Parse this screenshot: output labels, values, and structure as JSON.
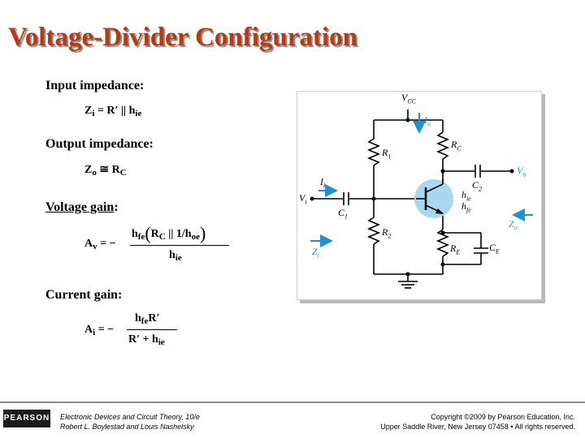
{
  "slide": {
    "title": "Voltage-Divider Configuration"
  },
  "sections": {
    "input": {
      "heading": "Input impedance:",
      "lhs": "Z",
      "lhs_sub": "i",
      "rhs_a": " = R′ || h",
      "rhs_sub": "ie"
    },
    "output": {
      "heading": "Output impedance:",
      "lhs": "Z",
      "lhs_sub": "o",
      "rhs_a": " ≅ R",
      "rhs_sub": "C"
    },
    "voltage_gain": {
      "heading": "Voltage gain",
      "colon": ":",
      "lhs": "A",
      "lhs_sub": "v",
      "op": " = −",
      "num_h": "h",
      "num_h_sub": "fe",
      "num_r": "R",
      "num_r_sub": "C",
      "num_mid": " || 1/h",
      "num_mid_sub": "oe",
      "den": "h",
      "den_sub": "ie"
    },
    "current_gain": {
      "heading": "Current gain:",
      "lhs": "A",
      "lhs_sub": "i",
      "op": " = −",
      "num": "h",
      "num_sub": "fe",
      "num_tail": "R′",
      "den_a": "R′ + h",
      "den_sub": "ie"
    }
  },
  "circuit": {
    "vcc": "V",
    "vcc_sub": "CC",
    "io": "I",
    "io_sub": "o",
    "rc": "R",
    "rc_sub": "C",
    "r1": "R",
    "r1_sub": "1",
    "r2": "R",
    "r2_sub": "2",
    "re": "R",
    "re_sub": "E",
    "ce": "C",
    "ce_sub": "E",
    "c1": "C",
    "c1_sub": "1",
    "c2": "C",
    "c2_sub": "2",
    "ii": "I",
    "ii_sub": "i",
    "vi": "V",
    "vi_sub": "i",
    "vo": "V",
    "vo_sub": "o",
    "zi": "Z",
    "zi_sub": "i",
    "zo": "Z",
    "zo_sub": "o",
    "hie": "h",
    "hie_sub": "ie",
    "hfe": "h",
    "hfe_sub": "fe",
    "colors": {
      "wire": "#000000",
      "arrow": "#1e90d6",
      "transistor_fill": "#a7d8ef"
    }
  },
  "footer": {
    "logo": "PEARSON",
    "book_line1": "Electronic Devices and Circuit Theory, 10/e",
    "book_line2": "Robert L. Boylestad and Louis Nashelsky",
    "copyright_line1": "Copyright ©2009 by Pearson Education, Inc.",
    "copyright_line2": "Upper Saddle River, New Jersey 07458 • All rights reserved."
  }
}
